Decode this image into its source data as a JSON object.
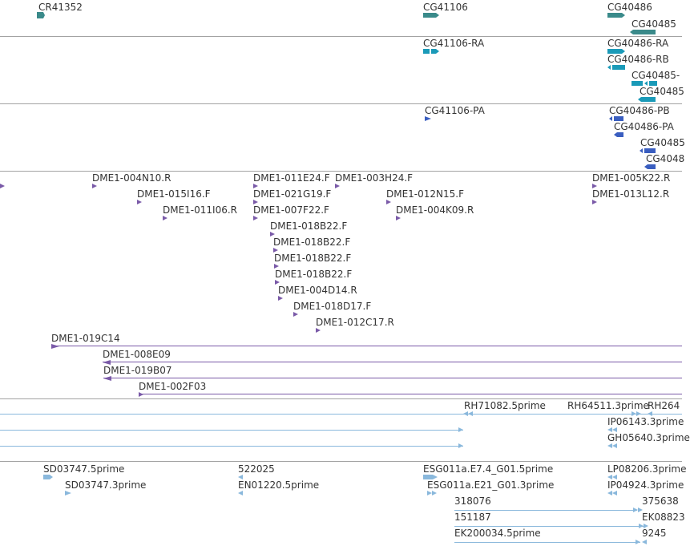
{
  "tracks": {
    "genes": {
      "color": "#3a8a8a",
      "labels": [
        "CR41352",
        "CG41106",
        "CG40486",
        "CG40485"
      ]
    },
    "transcripts": {
      "color": "#1a9ab8",
      "labels": [
        "CG41106-RA",
        "CG40486-RA",
        "CG40486-RB",
        "CG40485-",
        "CG40485"
      ]
    },
    "proteins": {
      "color": "#3a5ec0",
      "labels": [
        "CG41106-PA",
        "CG40486-PB",
        "CG40486-PA",
        "CG40485",
        "CG4048"
      ]
    },
    "bac_ends": {
      "color": "#7a5aa8",
      "labels": [
        "DME1-004N10.R",
        "DME1-015I16.F",
        "DME1-011I06.R",
        "DME1-011E24.F",
        "DME1-003H24.F",
        "DME1-021G19.F",
        "DME1-007F22.F",
        "DME1-018B22.F",
        "DME1-018B22.F",
        "DME1-018B22.F",
        "DME1-018B22.F",
        "DME1-004D14.R",
        "DME1-018D17.F",
        "DME1-012C17.R",
        "DME1-012N15.F",
        "DME1-004K09.R",
        "DME1-005K22.R",
        "DME1-013L12.R",
        "DME1-019C14",
        "DME1-008E09",
        "DME1-019B07",
        "DME1-002F03"
      ]
    },
    "cdna_a": {
      "color": "#8ab8dc",
      "labels": [
        "RH71082.5prime",
        "RH64511.3prime",
        "RH264",
        "IP06143.3prime",
        "GH05640.3prime"
      ]
    },
    "cdna_b": {
      "color": "#8ab8dc",
      "labels": [
        "SD03747.5prime",
        "SD03747.3prime",
        "522025",
        "EN01220.5prime",
        "ESG011a.E7.4_G01.5prime",
        "ESG011a.E21_G01.3prime",
        "LP08206.3prime",
        "IP04924.3prime",
        "318076",
        "375638",
        "151187",
        "EK08823",
        "EK200034.5prime",
        "9245"
      ]
    }
  }
}
